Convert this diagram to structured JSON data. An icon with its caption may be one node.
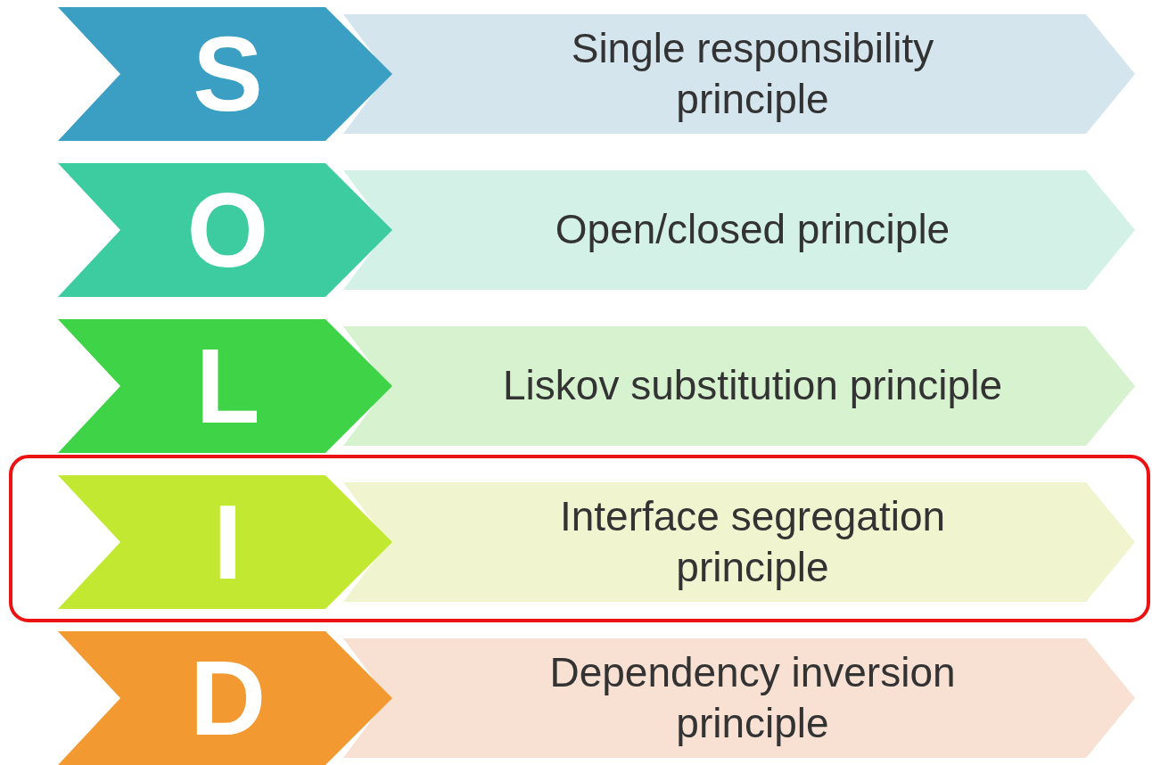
{
  "diagram": {
    "nodes": [
      {
        "text": [
          "S"
        ]
      },
      {
        "text": [
          "Single responsibility principle"
        ]
      },
      {
        "text": [
          "O"
        ]
      },
      {
        "text": [
          "Open/closed principle"
        ]
      },
      {
        "text": [
          "L"
        ]
      },
      {
        "text": [
          "Liskov substitution principle"
        ]
      },
      {
        "text": [],
        "shape": "box"
      },
      {
        "text": [
          "I"
        ],
        "in": 6
      },
      {
        "text": [
          "Interface segregation principle"
        ],
        "in": 6
      },
      {
        "text": [
          "D"
        ]
      },
      {
        "text": [
          "Dependency inversion principle"
        ]
      }
    ]
  }
}
